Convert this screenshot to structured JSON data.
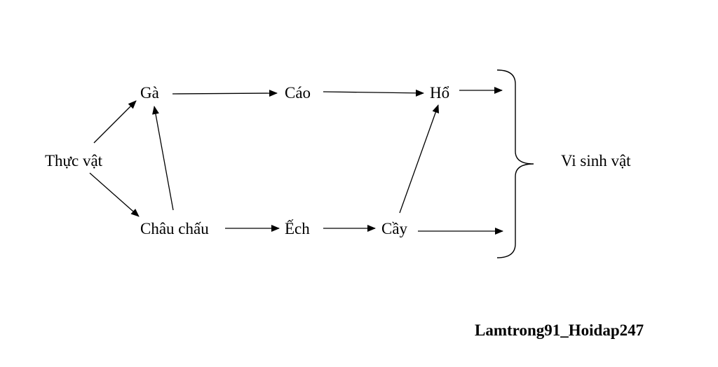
{
  "nodes": {
    "thuc_vat": "Thực vật",
    "ga": "Gà",
    "chau_chau": "Châu chấu",
    "cao": "Cáo",
    "ech": "Ếch",
    "ho": "Hổ",
    "cay": "Cầy",
    "vi_sinh_vat": "Vi sinh vật"
  },
  "edges": [
    {
      "from": "Thực vật",
      "to": "Gà"
    },
    {
      "from": "Thực vật",
      "to": "Châu chấu"
    },
    {
      "from": "Châu chấu",
      "to": "Gà"
    },
    {
      "from": "Gà",
      "to": "Cáo"
    },
    {
      "from": "Cáo",
      "to": "Hổ"
    },
    {
      "from": "Châu chấu",
      "to": "Ếch"
    },
    {
      "from": "Ếch",
      "to": "Cầy"
    },
    {
      "from": "Cầy",
      "to": "Hổ"
    },
    {
      "from": "Hổ",
      "to": "Vi sinh vật"
    },
    {
      "from": "Cầy",
      "to": "Vi sinh vật"
    }
  ],
  "watermark": "Lamtrong91_Hoidap247",
  "colors": {
    "ink": "#000000",
    "background": "#ffffff"
  }
}
